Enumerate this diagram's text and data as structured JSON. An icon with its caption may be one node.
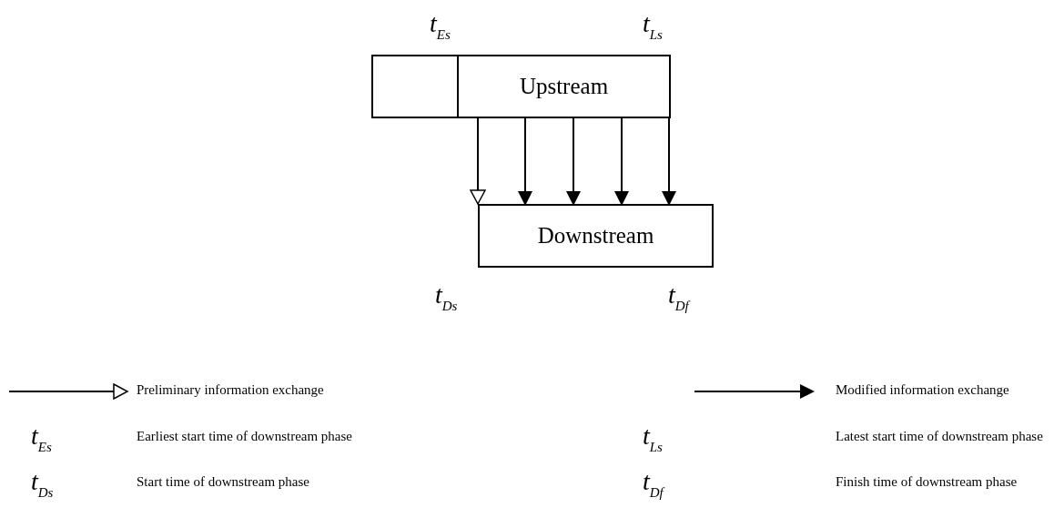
{
  "diagram": {
    "nodes": [
      {
        "text": [],
        "shape": "box"
      },
      {
        "text": [
          "Upstream"
        ]
      },
      {
        "text": [
          "Downstream"
        ]
      }
    ],
    "edges": [
      {
        "from": 1,
        "to": 2,
        "arrow": "to"
      },
      {
        "from": 1,
        "to": 2,
        "arrow": "to"
      },
      {
        "from": 1,
        "to": 2,
        "arrow": "to"
      },
      {
        "from": 1,
        "to": 2,
        "arrow": "to"
      },
      {
        "from": 1,
        "to": 2,
        "arrow": "to"
      }
    ],
    "labels": [
      "t$_{Es}$",
      "t$_{Ls}$",
      "t$_{Ds}$",
      "t$_{Df}$",
      "t$_{Es}$",
      "t$_{Ls}$",
      "t$_{Ds}$",
      "t$_{Df}$"
    ],
    "legend": [
      {
        "text": "Preliminary information exchange"
      },
      {
        "text": "Modified information exchange"
      },
      {
        "text": "Earliest start time of downstream phase"
      },
      {
        "text": "Latest start time of downstream phase"
      },
      {
        "text": "Start time of downstream phase"
      },
      {
        "text": "Finish time of downstream phase"
      }
    ]
  }
}
